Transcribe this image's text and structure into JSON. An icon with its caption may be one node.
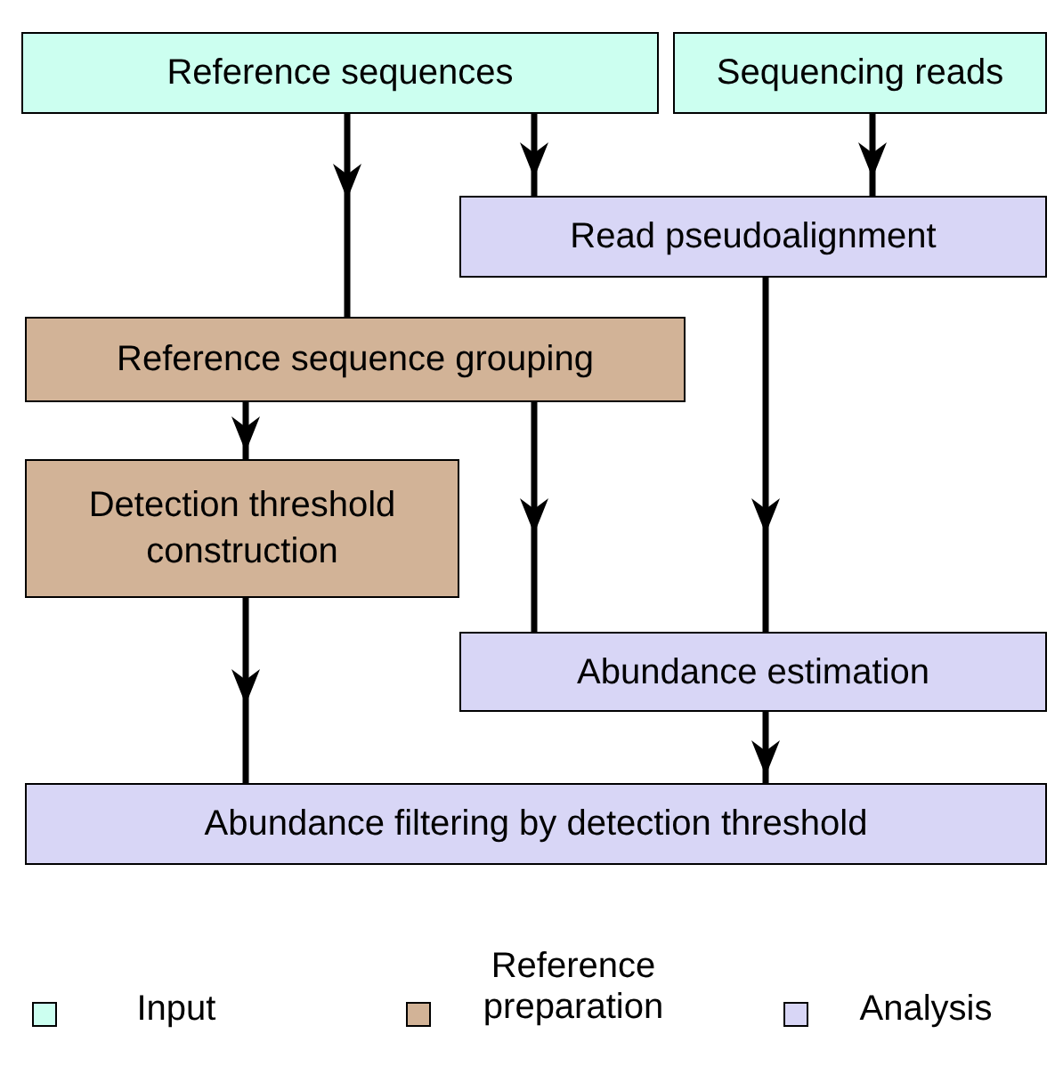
{
  "diagram": {
    "nodes": [
      {
        "text": [
          "Reference sequences"
        ]
      },
      {
        "text": [
          "Sequencing reads"
        ]
      },
      {
        "text": [
          "Read pseudoalignment"
        ]
      },
      {
        "text": [
          "Reference sequence grouping"
        ]
      },
      {
        "text": [
          "Detection threshold construction"
        ]
      },
      {
        "text": [
          "Abundance estimation"
        ]
      },
      {
        "text": [
          "Abundance filtering by detection threshold"
        ]
      }
    ],
    "edges": [
      {
        "from": 0,
        "to": 3,
        "arrow": "to"
      },
      {
        "from": 0,
        "to": 2,
        "arrow": "to"
      },
      {
        "from": 1,
        "to": 2,
        "arrow": "to"
      },
      {
        "from": 3,
        "to": 4,
        "arrow": "to"
      },
      {
        "from": 3,
        "to": 5,
        "arrow": "to"
      },
      {
        "from": 2,
        "to": 5,
        "arrow": "to"
      },
      {
        "from": 4,
        "to": 6,
        "arrow": "to"
      },
      {
        "from": 5,
        "to": 6,
        "arrow": "to"
      }
    ],
    "legend": [
      {
        "text": "Input",
        "color": "#ccfff0"
      },
      {
        "text": "Reference preparation",
        "color": "#d2b397"
      },
      {
        "text": "Analysis",
        "color": "#d8d6f6"
      }
    ]
  }
}
